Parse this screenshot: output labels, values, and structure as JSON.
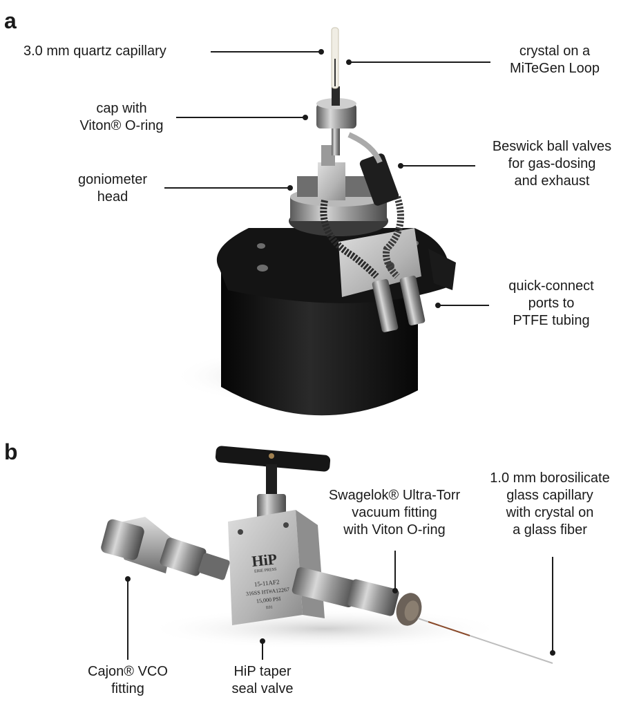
{
  "panel_a": {
    "letter": "a",
    "labels": {
      "capillary": "3.0 mm quartz capillary",
      "crystal": "crystal on a\nMiTeGen Loop",
      "cap": "cap with\nViton® O-ring",
      "valves": "Beswick ball valves\nfor gas-dosing\nand exhaust",
      "goniometer": "goniometer\nhead",
      "ports": "quick-connect\nports to\nPTFE tubing"
    }
  },
  "panel_b": {
    "letter": "b",
    "valve_text": {
      "brand": "HiP",
      "sub": "ERIE PRESS",
      "line1": "15-11AF2",
      "line2": "316SS HT#A12267",
      "line3": "15,000 PSI",
      "line4": "E01"
    },
    "labels": {
      "borosilicate": "1.0 mm borosilicate\nglass capillary\nwith crystal on\na glass fiber",
      "swagelok": "Swagelok® Ultra-Torr\nvacuum fitting\nwith Viton O-ring",
      "cajon": "Cajon® VCO\nfitting",
      "hip": "HiP taper\nseal valve"
    }
  }
}
